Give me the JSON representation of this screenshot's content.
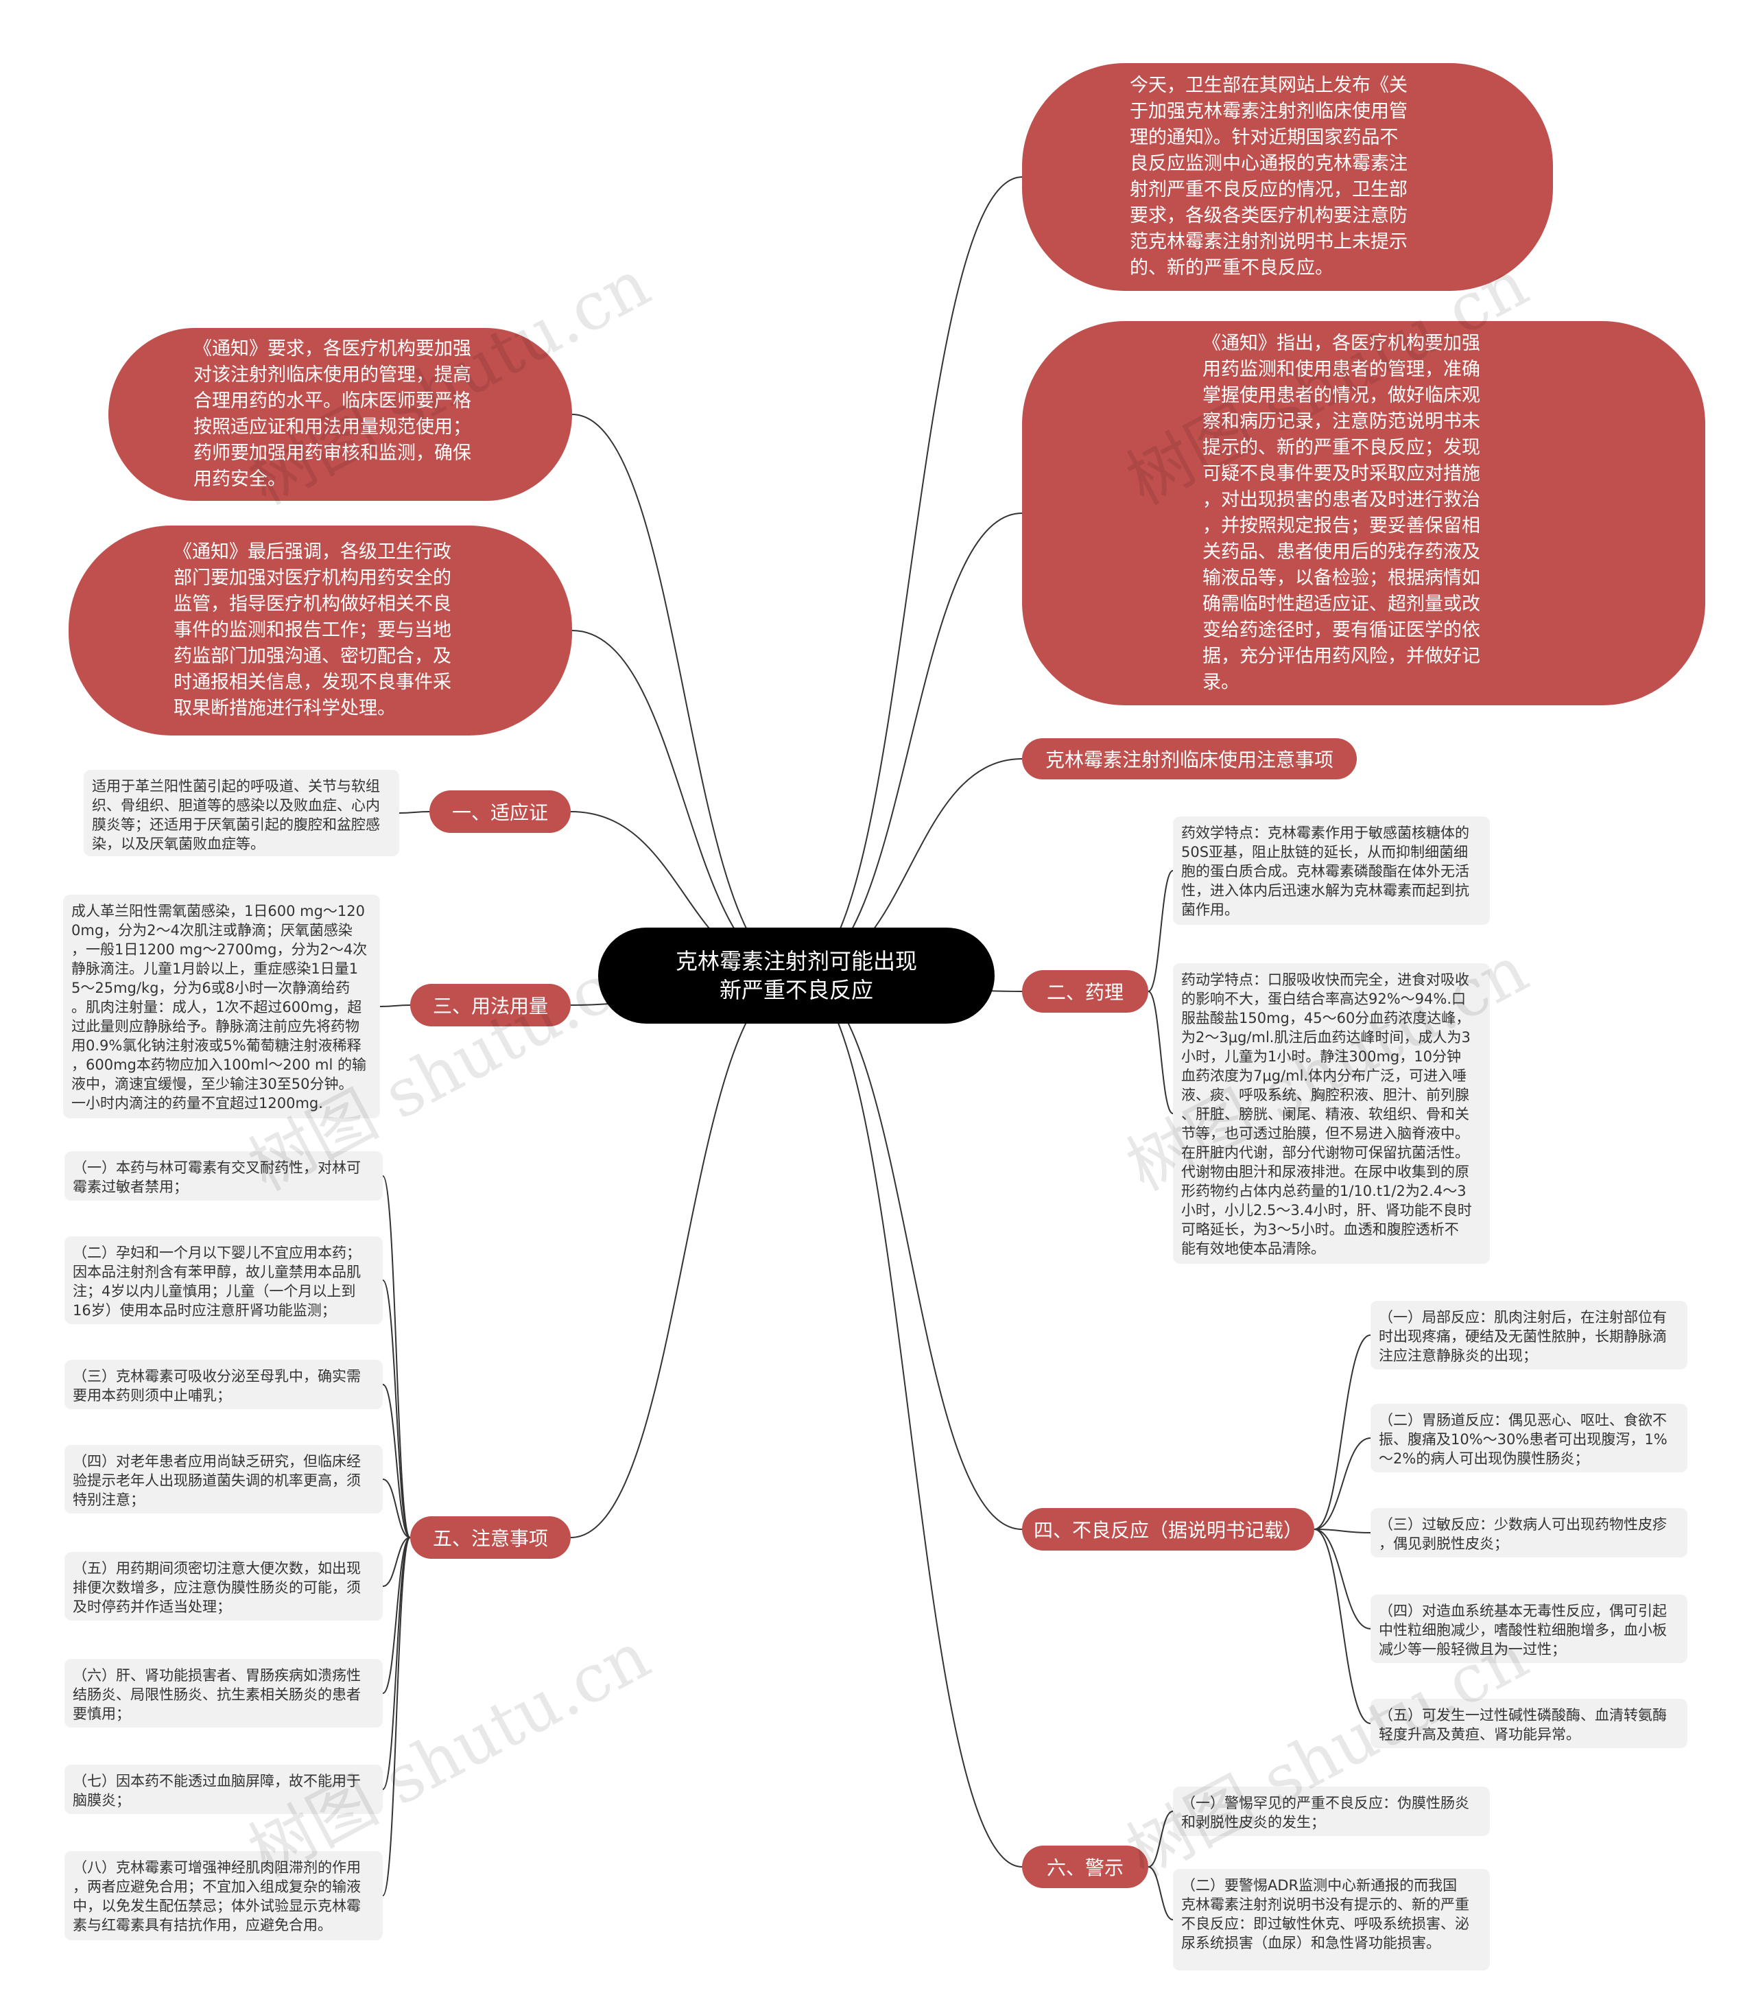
{
  "root": {
    "title": "克林霉素注射剂可能出现\n新严重不良反应"
  },
  "right_notes": [
    {
      "id": "n1",
      "text": "今天，卫生部在其网站上发布《关\n于加强克林霉素注射剂临床使用管\n理的通知》。针对近期国家药品不\n良反应监测中心通报的克林霉素注\n射剂严重不良反应的情况，卫生部\n要求，各级各类医疗机构要注意防\n范克林霉素注射剂说明书上未提示\n的、新的严重不良反应。"
    },
    {
      "id": "n2",
      "text": "《通知》指出，各医疗机构要加强\n用药监测和使用患者的管理，准确\n掌握使用患者的情况，做好临床观\n察和病历记录，注意防范说明书未\n提示的、新的严重不良反应；发现\n可疑不良事件要及时采取应对措施\n，对出现损害的患者及时进行救治\n，并按照规定报告；要妥善保留相\n关药品、患者使用后的残存药液及\n输液品等，以备检验；根据病情如\n确需临时性超适应证、超剂量或改\n变给药途径时，要有循证医学的依\n据，充分评估用药风险，并做好记\n录。"
    }
  ],
  "left_notes": [
    {
      "id": "n3",
      "text": "《通知》要求，各医疗机构要加强\n对该注射剂临床使用的管理，提高\n合理用药的水平。临床医师要严格\n按照适应证和用法用量规范使用；\n药师要加强用药审核和监测，确保\n用药安全。"
    },
    {
      "id": "n4",
      "text": "《通知》最后强调，各级卫生行政\n部门要加强对医疗机构用药安全的\n监管，指导医疗机构做好相关不良\n事件的监测和报告工作；要与当地\n药监部门加强沟通、密切配合，及\n时通报相关信息，发现不良事件采\n取果断措施进行科学处理。"
    }
  ],
  "branches": {
    "b_title": {
      "label": "克林霉素注射剂临床使用注意事项"
    },
    "b1": {
      "label": "一、适应证",
      "leaves": [
        "适用于革兰阳性菌引起的呼吸道、关节与软组\n织、骨组织、胆道等的感染以及败血症、心内\n膜炎等；还适用于厌氧菌引起的腹腔和盆腔感\n染，以及厌氧菌败血症等。"
      ]
    },
    "b2": {
      "label": "二、药理",
      "leaves": [
        "药效学特点：克林霉素作用于敏感菌核糖体的\n50S亚基，阻止肽链的延长，从而抑制细菌细\n胞的蛋白质合成。克林霉素磷酸酯在体外无活\n性，进入体内后迅速水解为克林霉素而起到抗\n菌作用。",
        "药动学特点：口服吸收快而完全，进食对吸收\n的影响不大，蛋白结合率高达92%～94%.口\n服盐酸盐150mg，45～60分血药浓度达峰，\n为2～3μg/ml.肌注后血药达峰时间，成人为3\n小时，儿童为1小时。静注300mg，10分钟\n血药浓度为7μg/ml.体内分布广泛，可进入唾\n液、痰、呼吸系统、胸腔积液、胆汁、前列腺\n、肝脏、膀胱、阑尾、精液、软组织、骨和关\n节等，也可透过胎膜，但不易进入脑脊液中。\n在肝脏内代谢，部分代谢物可保留抗菌活性。\n代谢物由胆汁和尿液排泄。在尿中收集到的原\n形药物约占体内总药量的1/10.t1/2为2.4～3\n小时，小儿2.5～3.4小时，肝、肾功能不良时\n可略延长，为3～5小时。血透和腹腔透析不\n能有效地使本品清除。"
      ]
    },
    "b3": {
      "label": "三、用法用量",
      "leaves": [
        "成人革兰阳性需氧菌感染，1日600 mg～120\n0mg，分为2～4次肌注或静滴；厌氧菌感染\n，一般1日1200 mg～2700mg，分为2～4次\n静脉滴注。儿童1月龄以上，重症感染1日量1\n5～25mg/kg，分为6或8小时一次静滴给药\n。肌肉注射量：成人，1次不超过600mg，超\n过此量则应静脉给予。静脉滴注前应先将药物\n用0.9%氯化钠注射液或5%葡萄糖注射液稀释\n，600mg本药物应加入100ml～200 ml 的输\n液中，滴速宜缓慢，至少输注30至50分钟。\n一小时内滴注的药量不宜超过1200mg."
      ]
    },
    "b4": {
      "label": "四、不良反应（据说明书记载）",
      "leaves": [
        "（一）局部反应：肌肉注射后，在注射部位有\n时出现疼痛，硬结及无菌性脓肿，长期静脉滴\n注应注意静脉炎的出现；",
        "（二）胃肠道反应：偶见恶心、呕吐、食欲不\n振、腹痛及10%～30%患者可出现腹泻，1%\n～2%的病人可出现伪膜性肠炎；",
        "（三）过敏反应：少数病人可出现药物性皮疹\n，偶见剥脱性皮炎；",
        "（四）对造血系统基本无毒性反应，偶可引起\n中性粒细胞减少，嗜酸性粒细胞增多，血小板\n减少等一般轻微且为一过性；",
        "（五）可发生一过性碱性磷酸酶、血清转氨酶\n轻度升高及黄疸、肾功能异常。"
      ]
    },
    "b5": {
      "label": "五、注意事项",
      "leaves": [
        "（一）本药与林可霉素有交叉耐药性，对林可\n霉素过敏者禁用；",
        "（二）孕妇和一个月以下婴儿不宜应用本药；\n因本品注射剂含有苯甲醇，故儿童禁用本品肌\n注；4岁以内儿童慎用；儿童（一个月以上到\n16岁）使用本品时应注意肝肾功能监测；",
        "（三）克林霉素可吸收分泌至母乳中，确实需\n要用本药则须中止哺乳；",
        "（四）对老年患者应用尚缺乏研究，但临床经\n验提示老年人出现肠道菌失调的机率更高，须\n特别注意；",
        "（五）用药期间须密切注意大便次数，如出现\n排便次数增多，应注意伪膜性肠炎的可能，须\n及时停药并作适当处理；",
        "（六）肝、肾功能损害者、胃肠疾病如溃疡性\n结肠炎、局限性肠炎、抗生素相关肠炎的患者\n要慎用；",
        "（七）因本药不能透过血脑屏障，故不能用于\n脑膜炎；",
        "（八）克林霉素可增强神经肌肉阻滞剂的作用\n，两者应避免合用；不宜加入组成复杂的输液\n中，以免发生配伍禁忌；体外试验显示克林霉\n素与红霉素具有拮抗作用，应避免合用。"
      ]
    },
    "b6": {
      "label": "六、警示",
      "leaves": [
        "（一）警惕罕见的严重不良反应：伪膜性肠炎\n和剥脱性皮炎的发生；",
        "（二）要警惕ADR监测中心新通报的而我国\n克林霉素注射剂说明书没有提示的、新的严重\n不良反应：即过敏性休克、呼吸系统损害、泌\n尿系统损害（血尿）和急性肾功能损害。"
      ]
    }
  },
  "watermark": "树图 shutu.cn",
  "colors": {
    "node": "#c0504d",
    "root": "#000000",
    "leaf_bg": "#f1f1f1",
    "line": "#333333"
  }
}
